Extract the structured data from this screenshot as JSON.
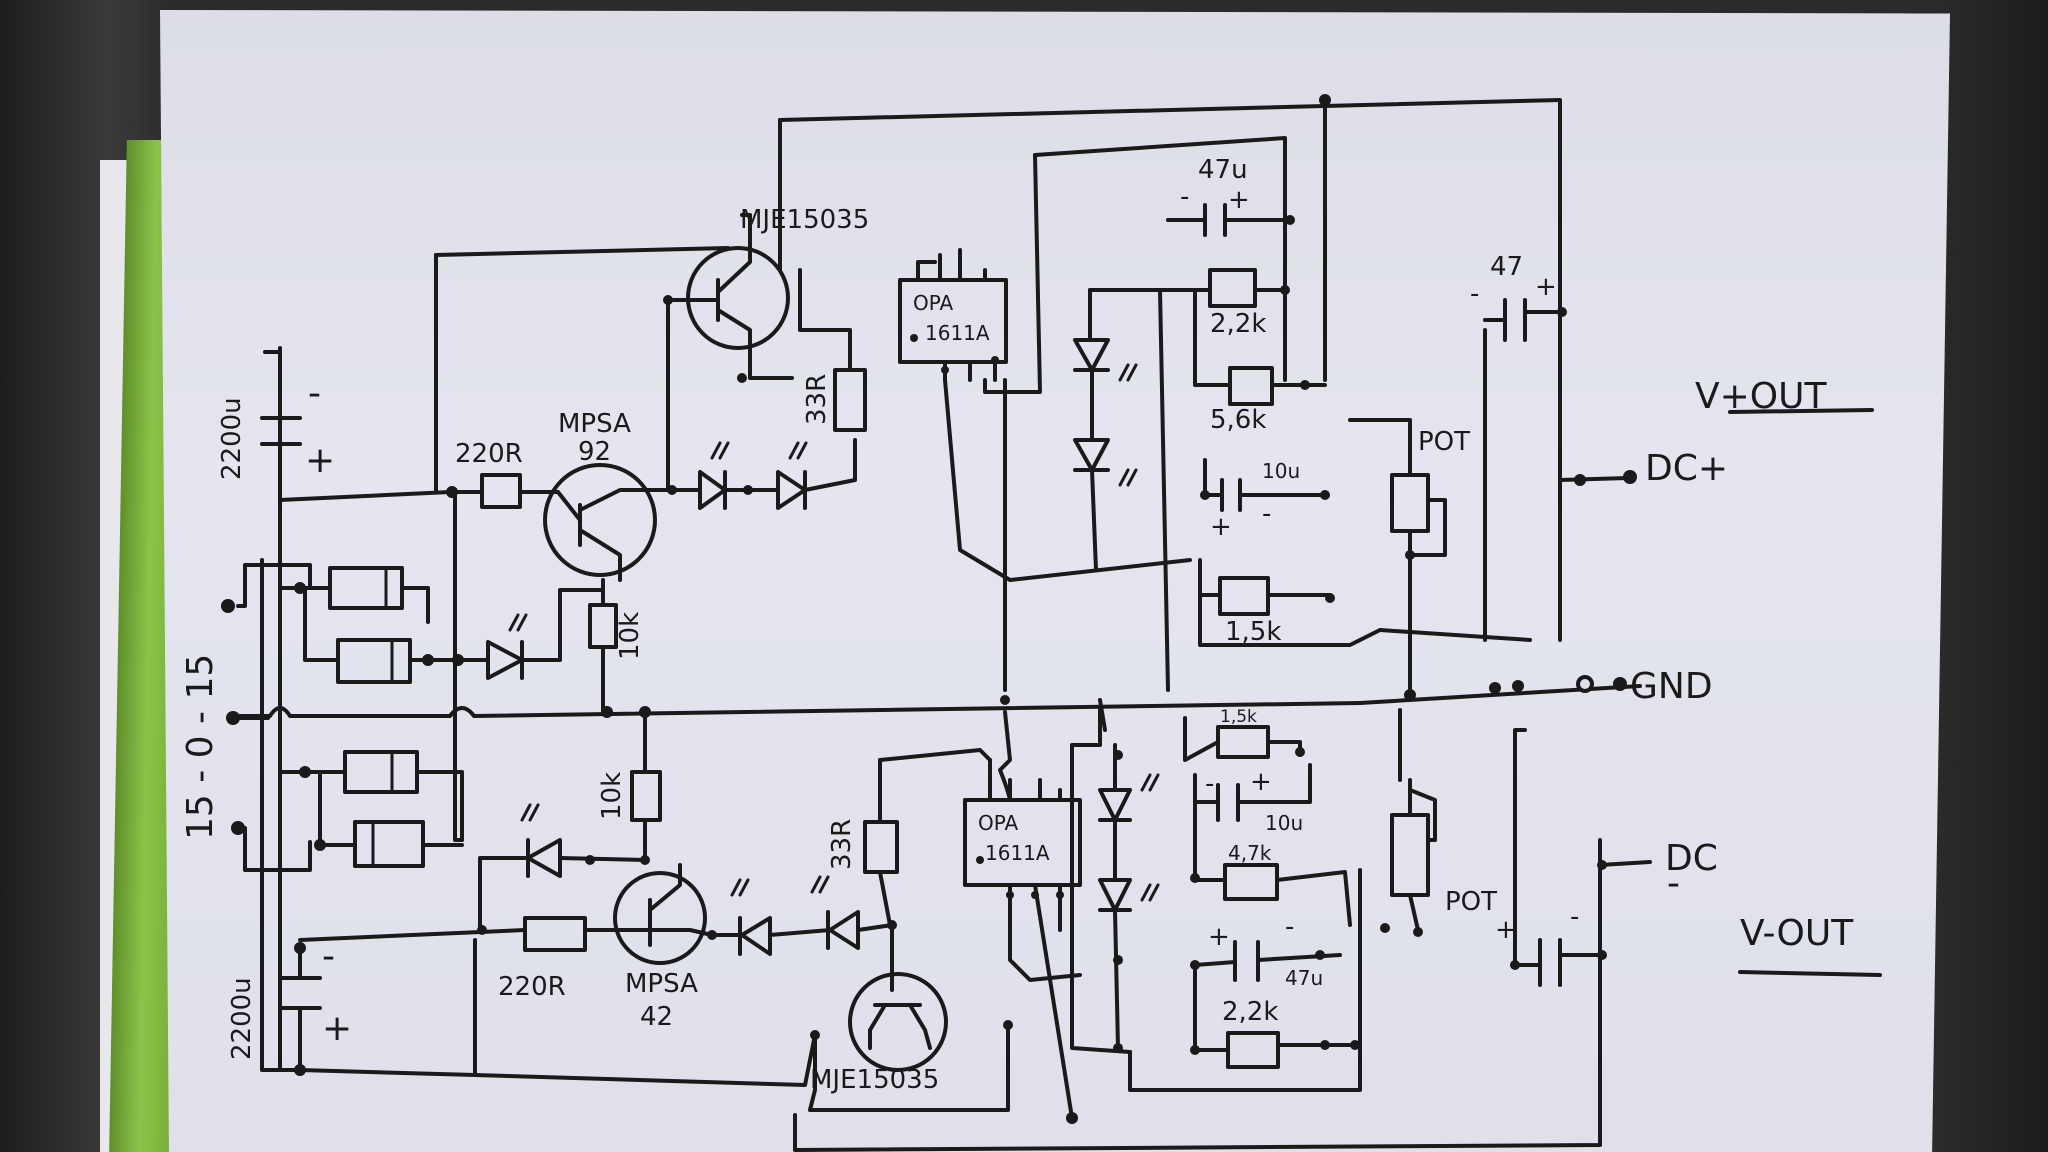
{
  "input": {
    "transformer_label": "15 - 0 - 15",
    "gnd_label": "GND"
  },
  "filter_caps": {
    "top_value": "2200u",
    "bottom_value": "2200u",
    "plus": "+",
    "minus": "-"
  },
  "positive_rail": {
    "pass_transistor": "MJE15035",
    "driver_transistor_name": "MPSA",
    "driver_transistor_num": "92",
    "base_resistor": "220R",
    "bias_resistor": "10k",
    "sense_resistor": "33R",
    "opamp_line1": "OPA",
    "opamp_line2": "1611A",
    "cap_47u": "47u",
    "res_2k2": "2,2k",
    "res_5k6": "5,6k",
    "cap_10u": "10u",
    "res_1k5": "1,5k",
    "pot": "POT",
    "out_cap": "47",
    "output": "DC+",
    "output_title": "V+OUT"
  },
  "negative_rail": {
    "pass_transistor": "MJE15035",
    "driver_transistor_name": "MPSA",
    "driver_transistor_num": "42",
    "base_resistor": "220R",
    "bias_resistor": "10k",
    "sense_resistor": "33R",
    "opamp_line1": "OPA",
    "opamp_line2": "1611A",
    "res_1k5": "1,5k",
    "cap_10u": "10u",
    "res_4k7": "4,7k",
    "cap_47u": "47u",
    "res_2k2": "2,2k",
    "pot": "POT",
    "output": "DC",
    "output_sign": "-",
    "output_title": "V-OUT"
  }
}
